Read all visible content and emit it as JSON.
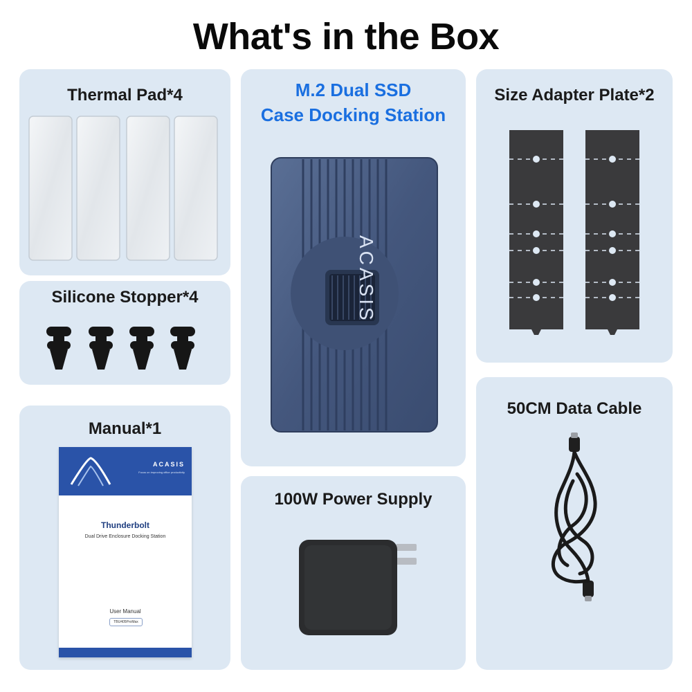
{
  "title": "What's in the Box",
  "items": {
    "thermal_pad": {
      "label": "Thermal Pad*4"
    },
    "silicone_stopper": {
      "label": "Silicone Stopper*4"
    },
    "manual": {
      "label": "Manual*1",
      "cover": {
        "brand": "ACASIS",
        "tagline": "Focus on improving office productivity",
        "product_title": "Thunderbolt",
        "product_subtitle": "Dual Drive Enclosure Docking Station",
        "doc_type": "User Manual",
        "model": "TBU405ProMax"
      }
    },
    "docking_station": {
      "label_line1": "M.2 Dual SSD",
      "label_line2": "Case Docking Station",
      "brand": "ACASIS",
      "accent_color": "#1a6fe0"
    },
    "power_supply": {
      "label": "100W Power Supply"
    },
    "adapter_plate": {
      "label": "Size Adapter Plate*2"
    },
    "data_cable": {
      "label": "50CM Data Cable"
    }
  }
}
